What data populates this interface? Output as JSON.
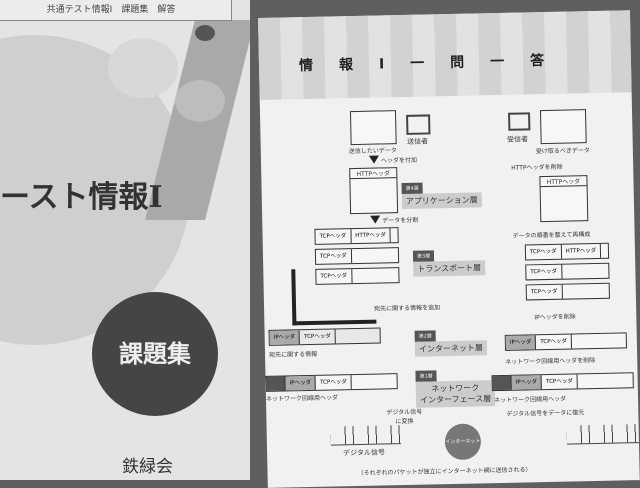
{
  "left_page": {
    "header": "共通テスト情報Ⅰ　課題集　解答",
    "title_fragment": "ースト情報Ⅰ",
    "badge": "課題集",
    "publisher": "鉄緑会"
  },
  "right_page": {
    "banner": "情報Ⅰ一問一答",
    "sender": "送信者",
    "receiver": "受信者",
    "send_data": "送信したいデータ",
    "recv_data": "受け取るべきデータ",
    "add_header": "ヘッダを付加",
    "remove_http": "HTTPヘッダを削除",
    "http_header": "HTTPヘッダ",
    "tcp_header": "TCPヘッダ",
    "ip_header": "IPヘッダ",
    "layer4_num": "第4層",
    "layer4": "アプリケーション層",
    "layer3_num": "第3層",
    "layer3": "トランスポート層",
    "layer2_num": "第2層",
    "layer2": "インターネット層",
    "layer1_num": "第1層",
    "layer1": "ネットワーク\nインターフェース層",
    "split_data": "データを分割",
    "reassemble": "データの順番を整えて再構成",
    "add_dest": "宛先に関する情報を追加",
    "dest_info": "宛先に関する情報",
    "remove_ip": "IPヘッダを削除",
    "net_header": "ネットワーク回線用ヘッダ",
    "remove_net": "ネットワーク回線用ヘッダを削除",
    "to_digital": "デジタル信号に変換",
    "to_data": "デジタル信号をデータに復元",
    "digital_signal": "デジタル信号",
    "internet": "インターネット",
    "footnote": "（それぞれのパケットが独立にインターネット網に送信される）"
  }
}
